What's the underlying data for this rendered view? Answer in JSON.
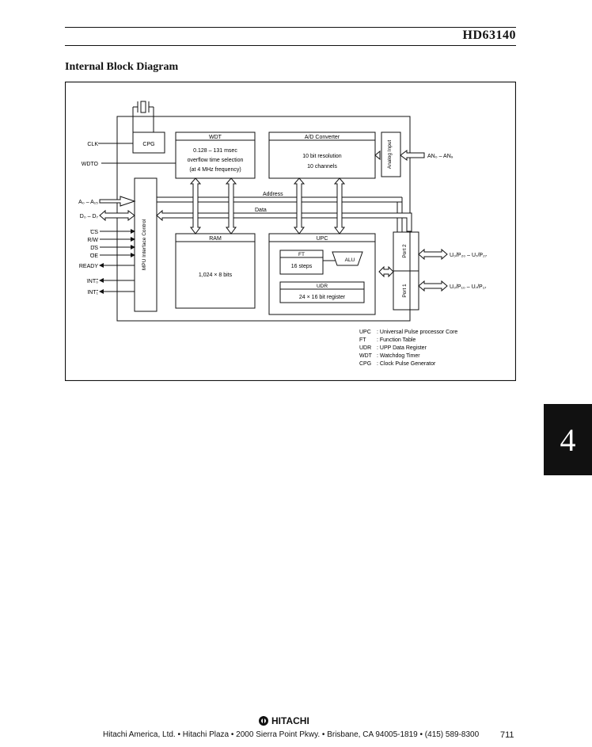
{
  "header": {
    "part_number": "HD63140"
  },
  "section": {
    "title": "Internal Block Diagram"
  },
  "diagram": {
    "signals_left": {
      "clk": "CLK",
      "wdto": "WDTO",
      "a": "A₀ – A₁₅",
      "d": "D₀ – D₇",
      "cs": "CS",
      "rw": "R/W",
      "ds": "DS",
      "oe": "OE",
      "ready": "READY",
      "int0": "INT₀",
      "int1": "INT₁"
    },
    "signals_right": {
      "an": "AN₀ – AN₉",
      "u1": "U₀/P₂₀ – U₇/P₂₇",
      "u2": "U₀/P₁₀ – U₇/P₁₇"
    },
    "blocks": {
      "cpg": "CPG",
      "wdt": "WDT",
      "wdt_line1": "0.128 – 131 msec",
      "wdt_line2": "overflow time selection",
      "wdt_line3": "(at 4 MHz frequency)",
      "adc": "A/D Converter",
      "adc_line1": "10 bit resolution",
      "adc_line2": "10 channels",
      "analog_input": "Analog Input",
      "mpu": "MPU Interface Control",
      "ram": "RAM",
      "ram_size": "1,024 × 8 bits",
      "upc": "UPC",
      "ft": "FT",
      "ft_steps": "16 steps",
      "alu": "ALU",
      "udr": "UDR",
      "udr_size": "24 × 16 bit register",
      "port2": "Port 2",
      "port1": "Port 1"
    },
    "buses": {
      "address": "Address",
      "data": "Data"
    },
    "legend": [
      {
        "abbr": "UPC",
        "desc": ": Universal Pulse processor Core"
      },
      {
        "abbr": "FT",
        "desc": ": Function Table"
      },
      {
        "abbr": "UDR",
        "desc": ": UPP Data Register"
      },
      {
        "abbr": "WDT",
        "desc": ": Watchdog Timer"
      },
      {
        "abbr": "CPG",
        "desc": ": Clock Pulse Generator"
      }
    ]
  },
  "chapter_tab": "4",
  "footer": {
    "logo": "HITACHI",
    "address": "Hitachi America, Ltd. • Hitachi Plaza • 2000 Sierra Point Pkwy. • Brisbane, CA 94005-1819 • (415) 589-8300",
    "page_number": "711"
  }
}
